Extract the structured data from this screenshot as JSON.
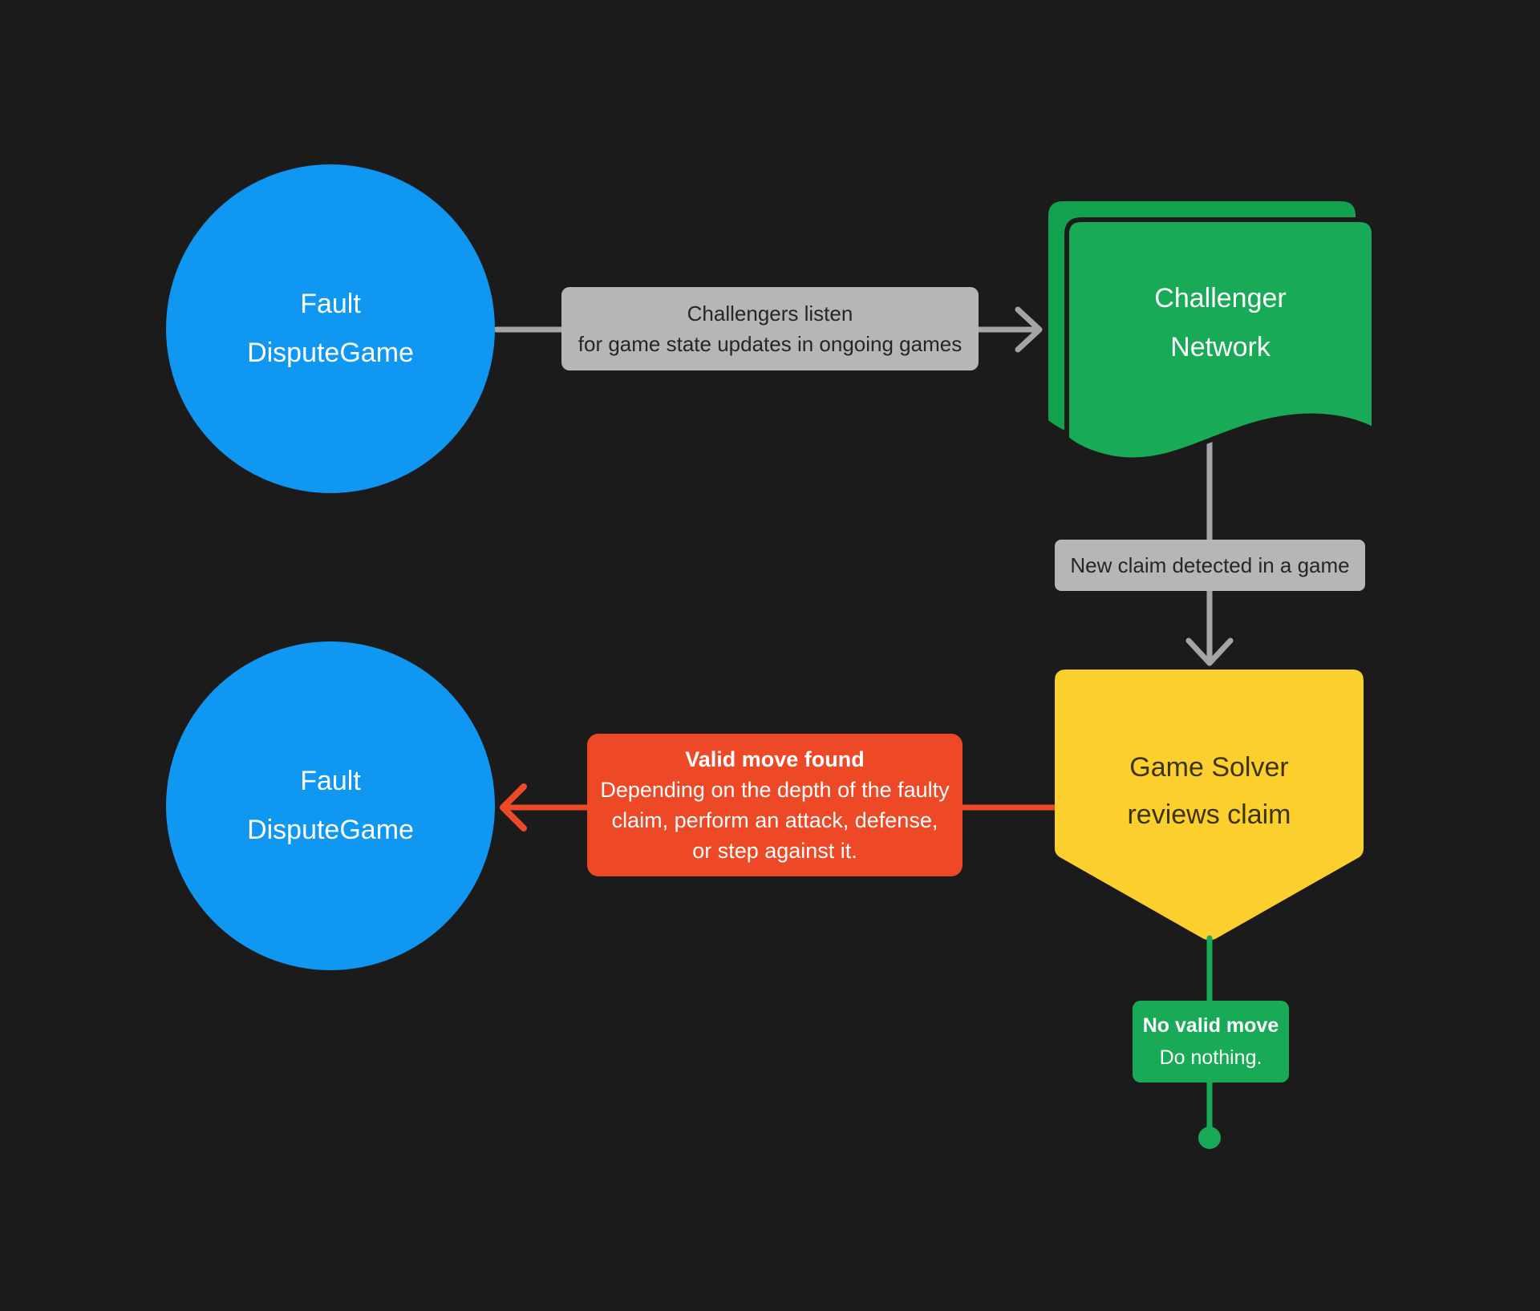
{
  "nodes": {
    "fdg_top": {
      "line1": "Fault",
      "line2": "DisputeGame"
    },
    "fdg_bottom": {
      "line1": "Fault",
      "line2": "DisputeGame"
    },
    "challenger": {
      "line1": "Challenger",
      "line2": "Network"
    },
    "solver": {
      "line1": "Game Solver",
      "line2": "reviews claim"
    }
  },
  "labels": {
    "listen": {
      "line1": "Challengers listen",
      "line2": "for game state updates in ongoing games"
    },
    "new_claim": "New claim detected in a game",
    "valid_move": {
      "title": "Valid move found",
      "line1": "Depending on the depth of the faulty",
      "line2": "claim, perform an attack, defense,",
      "line3": "or step against it."
    },
    "no_valid_move": {
      "title": "No valid move",
      "body": "Do nothing."
    }
  },
  "colors": {
    "background": "#1b1b1b",
    "blue": "#1097f2",
    "green": "#18aa56",
    "green_dark": "#12a14e",
    "yellow": "#fbd02e",
    "red": "#ee4926",
    "gray_label": "#b6b6b6",
    "gray_arrow": "#a5a5a5",
    "label_text": "#262626",
    "yellow_text": "#3e3300"
  }
}
